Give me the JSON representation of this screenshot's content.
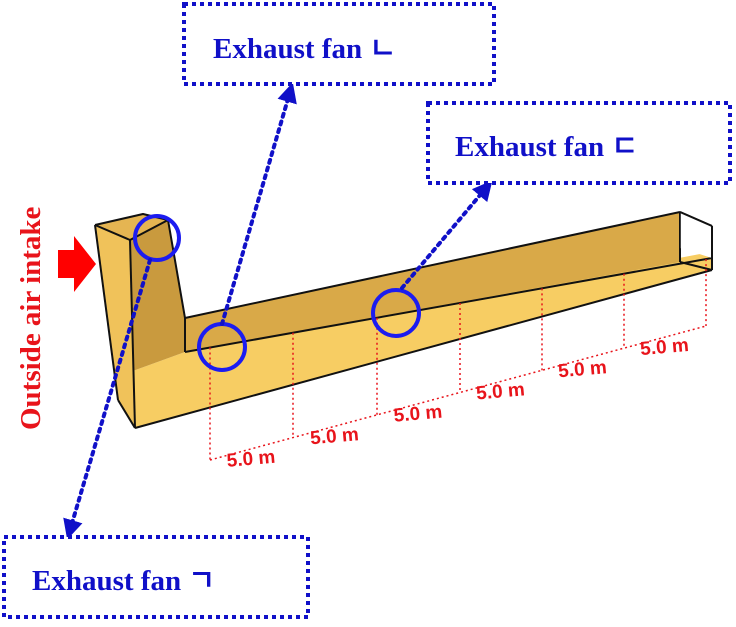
{
  "labels": {
    "intake": "Outside air intake",
    "fan_top": "Exhaust fan ㄴ",
    "fan_right": "Exhaust fan ㄷ",
    "fan_bottom": "Exhaust fan ㄱ"
  },
  "segments": [
    "5.0 m",
    "5.0 m",
    "5.0 m",
    "5.0 m",
    "5.0 m",
    "5.0 m"
  ],
  "colors": {
    "duct_face": "#f5c75a",
    "duct_side": "#d9a948",
    "duct_inner": "#c99a3e",
    "edge": "#111111",
    "fan_marker": "#1c1cf0",
    "leader": "#1010c8",
    "dimension": "#e8141b",
    "arrow": "#ff0000"
  }
}
